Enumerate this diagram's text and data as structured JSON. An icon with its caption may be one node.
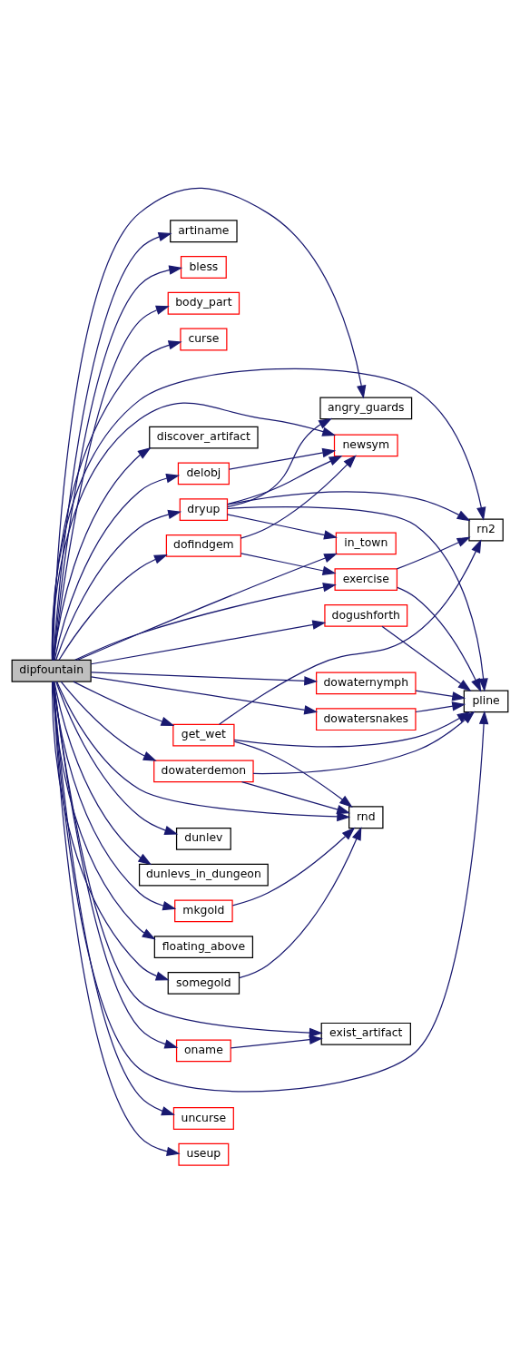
{
  "diagram": {
    "nodes": [
      {
        "text": [
          "dipfountain"
        ]
      },
      {
        "text": [
          "artiname"
        ]
      },
      {
        "text": [
          "bless"
        ]
      },
      {
        "text": [
          "body_part"
        ]
      },
      {
        "text": [
          "curse"
        ]
      },
      {
        "text": [
          "angry_guards"
        ]
      },
      {
        "text": [
          "discover_artifact"
        ]
      },
      {
        "text": [
          "delobj"
        ]
      },
      {
        "text": [
          "newsym"
        ]
      },
      {
        "text": [
          "dryup"
        ]
      },
      {
        "text": [
          "dofindgem"
        ]
      },
      {
        "text": [
          "rn2"
        ]
      },
      {
        "text": [
          "exercise"
        ]
      },
      {
        "text": [
          "in_town"
        ]
      },
      {
        "text": [
          "dogushforth"
        ]
      },
      {
        "text": [
          "dowaternymph"
        ]
      },
      {
        "text": [
          "dowatersnakes"
        ]
      },
      {
        "text": [
          "pline"
        ]
      },
      {
        "text": [
          "get_wet"
        ]
      },
      {
        "text": [
          "dowaterdemon"
        ]
      },
      {
        "text": [
          "rnd"
        ]
      },
      {
        "text": [
          "dunlev"
        ]
      },
      {
        "text": [
          "dunlevs_in_dungeon"
        ]
      },
      {
        "text": [
          "mkgold"
        ]
      },
      {
        "text": [
          "floating_above"
        ]
      },
      {
        "text": [
          "somegold"
        ]
      },
      {
        "text": [
          "exist_artifact"
        ]
      },
      {
        "text": [
          "oname"
        ]
      },
      {
        "text": [
          "uncurse"
        ]
      },
      {
        "text": [
          "useup"
        ]
      }
    ],
    "edges": [
      {
        "from": 0,
        "to": 5,
        "arrow": "to"
      },
      {
        "from": 0,
        "to": 1,
        "arrow": "to"
      },
      {
        "from": 0,
        "to": 2,
        "arrow": "to"
      },
      {
        "from": 0,
        "to": 3,
        "arrow": "to"
      },
      {
        "from": 0,
        "to": 4,
        "arrow": "to"
      },
      {
        "from": 0,
        "to": 11,
        "arrow": "to"
      },
      {
        "from": 0,
        "to": 8,
        "arrow": "to"
      },
      {
        "from": 0,
        "to": 6,
        "arrow": "to"
      },
      {
        "from": 0,
        "to": 7,
        "arrow": "to"
      },
      {
        "from": 0,
        "to": 9,
        "arrow": "to"
      },
      {
        "from": 0,
        "to": 10,
        "arrow": "to"
      },
      {
        "from": 0,
        "to": 12,
        "arrow": "to"
      },
      {
        "from": 0,
        "to": 13,
        "arrow": "to"
      },
      {
        "from": 0,
        "to": 14,
        "arrow": "to"
      },
      {
        "from": 0,
        "to": 15,
        "arrow": "to"
      },
      {
        "from": 0,
        "to": 16,
        "arrow": "to"
      },
      {
        "from": 0,
        "to": 18,
        "arrow": "to"
      },
      {
        "from": 0,
        "to": 19,
        "arrow": "to"
      },
      {
        "from": 0,
        "to": 20,
        "arrow": "to"
      },
      {
        "from": 0,
        "to": 21,
        "arrow": "to"
      },
      {
        "from": 0,
        "to": 22,
        "arrow": "to"
      },
      {
        "from": 0,
        "to": 23,
        "arrow": "to"
      },
      {
        "from": 0,
        "to": 24,
        "arrow": "to"
      },
      {
        "from": 0,
        "to": 25,
        "arrow": "to"
      },
      {
        "from": 0,
        "to": 26,
        "arrow": "to"
      },
      {
        "from": 0,
        "to": 27,
        "arrow": "to"
      },
      {
        "from": 0,
        "to": 17,
        "arrow": "to"
      },
      {
        "from": 0,
        "to": 28,
        "arrow": "to"
      },
      {
        "from": 0,
        "to": 29,
        "arrow": "to"
      },
      {
        "from": 7,
        "to": 8,
        "arrow": "to"
      },
      {
        "from": 9,
        "to": 5,
        "arrow": "to"
      },
      {
        "from": 9,
        "to": 8,
        "arrow": "to"
      },
      {
        "from": 9,
        "to": 11,
        "arrow": "to"
      },
      {
        "from": 9,
        "to": 17,
        "arrow": "to"
      },
      {
        "from": 9,
        "to": 13,
        "arrow": "to"
      },
      {
        "from": 10,
        "to": 8,
        "arrow": "to"
      },
      {
        "from": 10,
        "to": 12,
        "arrow": "to"
      },
      {
        "from": 12,
        "to": 11,
        "arrow": "to"
      },
      {
        "from": 12,
        "to": 17,
        "arrow": "to"
      },
      {
        "from": 14,
        "to": 17,
        "arrow": "to"
      },
      {
        "from": 15,
        "to": 17,
        "arrow": "to"
      },
      {
        "from": 16,
        "to": 17,
        "arrow": "to"
      },
      {
        "from": 18,
        "to": 11,
        "arrow": "to"
      },
      {
        "from": 18,
        "to": 17,
        "arrow": "to"
      },
      {
        "from": 18,
        "to": 20,
        "arrow": "to"
      },
      {
        "from": 19,
        "to": 17,
        "arrow": "to"
      },
      {
        "from": 19,
        "to": 20,
        "arrow": "to"
      },
      {
        "from": 23,
        "to": 20,
        "arrow": "to"
      },
      {
        "from": 25,
        "to": 20,
        "arrow": "to"
      },
      {
        "from": 27,
        "to": 26,
        "arrow": "to"
      }
    ]
  }
}
